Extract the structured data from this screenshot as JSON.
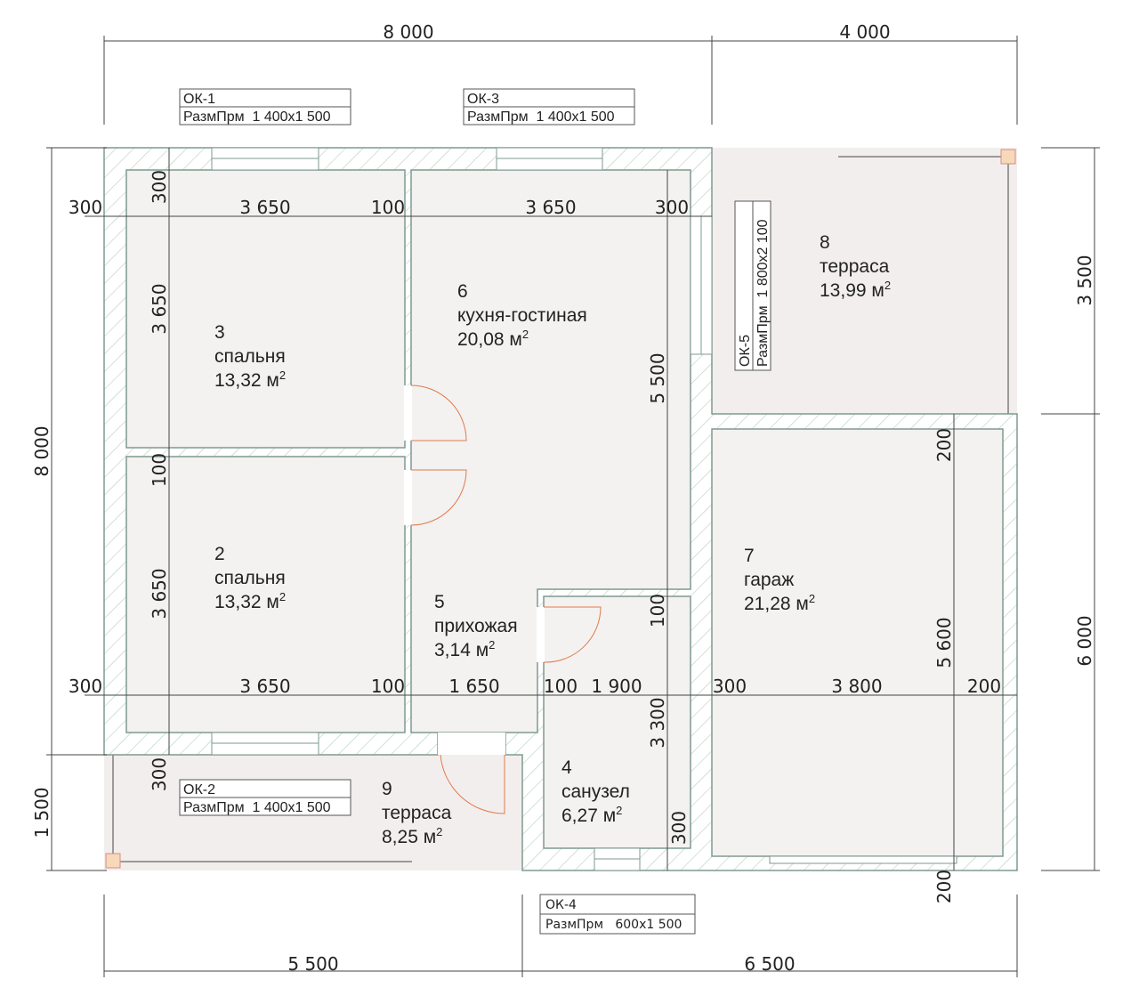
{
  "colors": {
    "wall": "#7f9a90",
    "room": "#f4f1f1",
    "door_arc": "#e07a4a"
  },
  "dims": {
    "top": [
      "8 000",
      "4 000"
    ],
    "bottom": [
      "5 500",
      "6 500"
    ],
    "left": [
      "8 000",
      "1 500"
    ],
    "right": [
      "3 500",
      "6 000"
    ],
    "row1": [
      "300",
      "3 650",
      "100",
      "3 650",
      "300"
    ],
    "row2": [
      "300",
      "3 650",
      "100",
      "1 650",
      "100",
      "1 900",
      "300",
      "3 800",
      "200"
    ],
    "colA": [
      "300",
      "3 650",
      "100",
      "3 650",
      "300"
    ],
    "colB": [
      "5 500",
      "100",
      "3 300",
      "300"
    ],
    "colC": [
      "200",
      "5 600",
      "200"
    ]
  },
  "rooms": [
    {
      "num": "3",
      "name": "спальня",
      "area": "13,32 м",
      "sup": "2"
    },
    {
      "num": "2",
      "name": "спальня",
      "area": "13,32 м",
      "sup": "2"
    },
    {
      "num": "6",
      "name": "кухня-гостиная",
      "area": "20,08 м",
      "sup": "2"
    },
    {
      "num": "5",
      "name": "прихожая",
      "area": "3,14 м",
      "sup": "2"
    },
    {
      "num": "4",
      "name": "санузел",
      "area": "6,27 м",
      "sup": "2"
    },
    {
      "num": "7",
      "name": "гараж",
      "area": "21,28 м",
      "sup": "2"
    },
    {
      "num": "8",
      "name": "терраса",
      "area": "13,99 м",
      "sup": "2"
    },
    {
      "num": "9",
      "name": "терраса",
      "area": "8,25 м",
      "sup": "2"
    }
  ],
  "windows": [
    {
      "id": "ОК-1",
      "size": "РазмПрм  1 400x1 500"
    },
    {
      "id": "ОК-3",
      "size": "РазмПрм  1 400x1 500"
    },
    {
      "id": "ОК-2",
      "size": "РазмПрм  1 400x1 500"
    },
    {
      "id": "ОК-4",
      "size": "РазмПрм   600x1 500"
    },
    {
      "id": "ОК-5",
      "size": "РазмПрм  1 800x2 100"
    }
  ]
}
